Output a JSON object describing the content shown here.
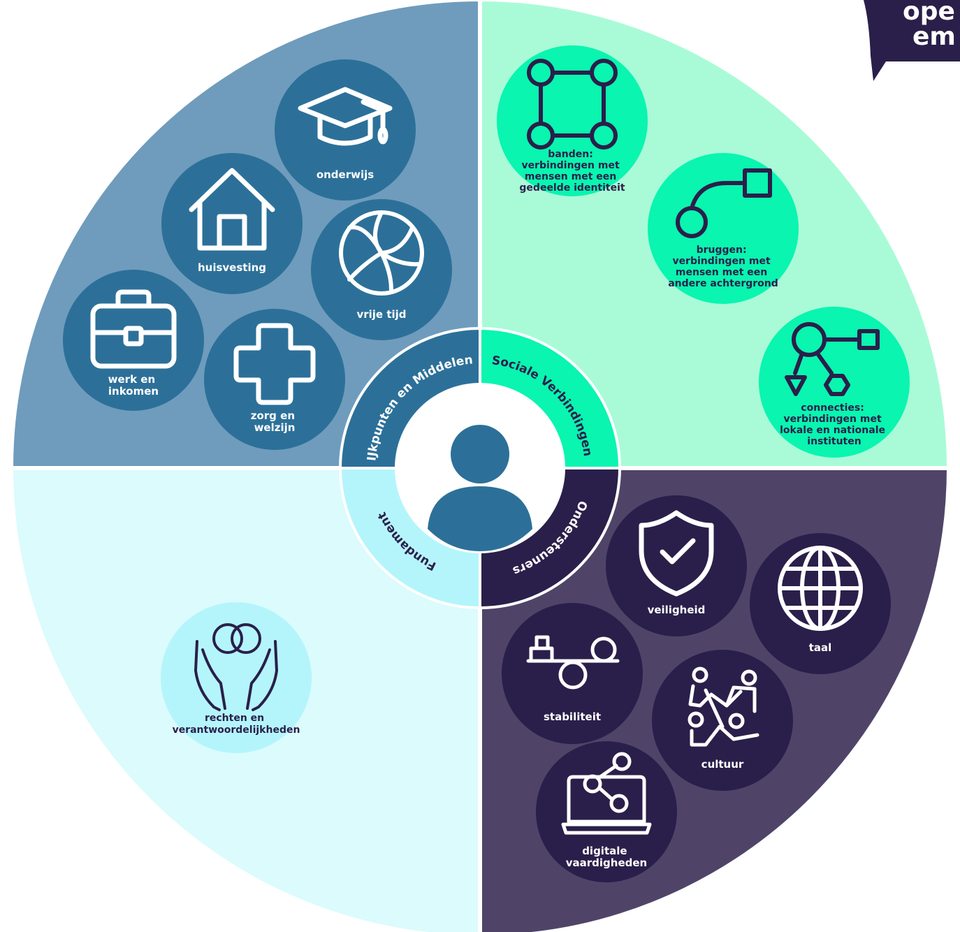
{
  "logo": {
    "line1": "ope",
    "line2": "em"
  },
  "ring": {
    "ijkpunten": "IJkpunten en Middelen",
    "sociale": "Sociale Verbindingen",
    "ondersteuners": "Ondersteuners",
    "fundament": "Fundament"
  },
  "nodes": {
    "onderwijs": [
      "onderwijs"
    ],
    "huisvesting": [
      "huisvesting"
    ],
    "vrije_tijd": [
      "vrije tijd"
    ],
    "werk": [
      "werk en",
      "inkomen"
    ],
    "zorg": [
      "zorg en",
      "welzijn"
    ],
    "banden": [
      "banden:",
      "verbindingen met",
      "mensen met een",
      "gedeelde identiteit"
    ],
    "bruggen": [
      "bruggen:",
      "verbindingen met",
      "mensen met een",
      "andere achtergrond"
    ],
    "connecties": [
      "connecties:",
      "verbindingen met",
      "lokale en nationale",
      "instituten"
    ],
    "veiligheid": [
      "veiligheid"
    ],
    "taal": [
      "taal"
    ],
    "stabiliteit": [
      "stabiliteit"
    ],
    "cultuur": [
      "cultuur"
    ],
    "digitale": [
      "digitale",
      "vaardigheden"
    ],
    "rechten": [
      "rechten en",
      "verantwoordelijkheden"
    ]
  },
  "icons": {
    "onderwijs": "graduation-cap-icon",
    "huisvesting": "house-icon",
    "vrije_tijd": "volleyball-icon",
    "werk": "briefcase-icon",
    "zorg": "medical-cross-icon",
    "banden": "connected-square-icon",
    "bruggen": "bridge-icon",
    "connecties": "network-icon",
    "veiligheid": "shield-check-icon",
    "taal": "globe-icon",
    "stabiliteit": "balance-icon",
    "cultuur": "dancers-icon",
    "digitale": "laptop-network-icon",
    "rechten": "hands-rings-icon",
    "center": "person-icon"
  },
  "colors": {
    "q_ijkpunten": "#6f9cbc",
    "q_sociale": "#a9fbd7",
    "q_ondersteuners": "#4f4468",
    "q_fundament": "#dbfbfd",
    "r_ijkpunten": "#2c7099",
    "r_sociale": "#09f5b0",
    "r_ondersteuners": "#2a1f4a",
    "r_fundament": "#b4f5fc",
    "logo": "#2a1f4a"
  }
}
